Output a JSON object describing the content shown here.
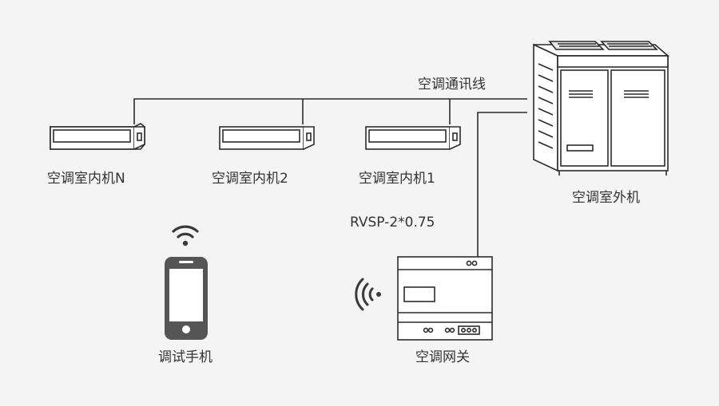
{
  "diagram": {
    "colors": {
      "background": "#f4f4f4",
      "line": "#2b2b2b",
      "phone_body": "#555555",
      "device_fill": "#ffffff"
    },
    "labels": {
      "comm_line": "空调通讯线",
      "indoor_n": "空调室内机N",
      "indoor_2": "空调室内机2",
      "indoor_1": "空调室内机1",
      "outdoor": "空调室外机",
      "cable_spec": "RVSP-2*0.75",
      "phone": "调试手机",
      "gateway": "空调网关"
    },
    "icons": [
      "wifi-icon",
      "phone-icon",
      "wireless-signal-icon",
      "indoor-unit-icon",
      "outdoor-unit-icon",
      "gateway-icon"
    ]
  }
}
